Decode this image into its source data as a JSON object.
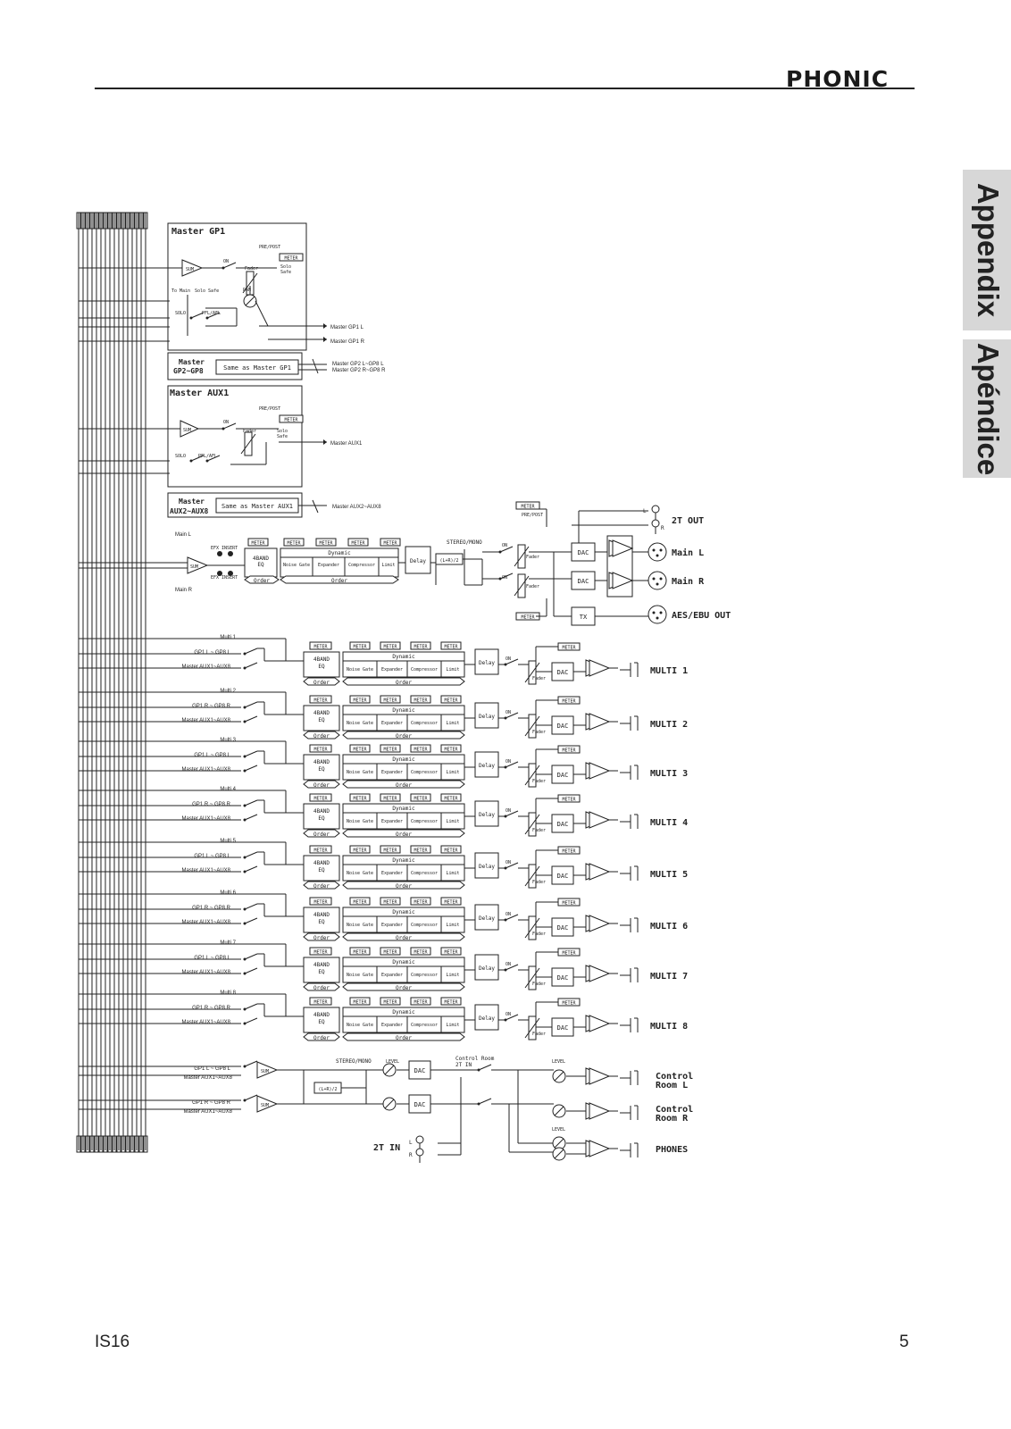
{
  "header": {
    "brand": "PHONIC"
  },
  "tabs": {
    "appendix": "Appendix",
    "apendice": "Apéndice"
  },
  "footer": {
    "model": "IS16",
    "page": "5"
  },
  "diagram": {
    "common": {
      "sum": "SUM",
      "on": "ON",
      "meter": "METER",
      "pre_post": "PRE/POST",
      "fader": "Fader",
      "solo_safe": "Solo Safe",
      "solo": "SOLO",
      "pfl_afl": "PFL/AFL",
      "to_main": "To Main",
      "pan": "PAN",
      "dac": "DAC",
      "tx": "TX",
      "delay": "Delay",
      "eq": "4BAND EQ",
      "dynamic": "Dynamic",
      "noise_gate": "Noise Gate",
      "expander": "Expander",
      "compressor": "Compressor",
      "limit": "Limit",
      "order": "Order",
      "level": "LEVEL",
      "stereo_mono": "STEREO/MONO",
      "lr2": "(L+R)/2",
      "efx_insert": "EFX INSERT"
    },
    "master_gp1": {
      "title": "Master GP1",
      "out_l": "Master GP1 L",
      "out_r": "Master GP1 R"
    },
    "master_gp2": {
      "title1": "Master",
      "title2": "GP2~GP8",
      "box": "Same as Master GP1",
      "out_l": "Master GP2 L~GP8 L",
      "out_r": "Master GP2 R~GP8 R"
    },
    "master_aux1": {
      "title": "Master AUX1",
      "out": "Master AUX1"
    },
    "master_aux2": {
      "title1": "Master",
      "title2": "AUX2~AUX8",
      "box": "Same as Master AUX1",
      "out": "Master AUX2~AUX8"
    },
    "main": {
      "in_l": "Main L",
      "in_r": "Main R",
      "out_2t": "2T OUT",
      "l": "L",
      "r": "R",
      "main_l": "Main L",
      "main_r": "Main R",
      "aes": "AES/EBU OUT"
    },
    "multis": [
      {
        "in": "Multi 1",
        "gp": "GP1 L ~ GP8 L",
        "aux": "Master AUX1~AUX8",
        "out": "MULTI 1"
      },
      {
        "in": "Multi 2",
        "gp": "GP1 R ~ GP8 R",
        "aux": "Master AUX1~AUX8",
        "out": "MULTI 2"
      },
      {
        "in": "Multi 3",
        "gp": "GP1 L ~ GP8 L",
        "aux": "Master AUX1~AUX8",
        "out": "MULTI 3"
      },
      {
        "in": "Multi 4",
        "gp": "GP1 R ~ GP8 R",
        "aux": "Master AUX1~AUX8",
        "out": "MULTI 4"
      },
      {
        "in": "Multi 5",
        "gp": "GP1 L ~ GP8 L",
        "aux": "Master AUX1~AUX8",
        "out": "MULTI 5"
      },
      {
        "in": "Multi 6",
        "gp": "GP1 R ~ GP8 R",
        "aux": "Master AUX1~AUX8",
        "out": "MULTI 6"
      },
      {
        "in": "Multi 7",
        "gp": "GP1 L ~ GP8 L",
        "aux": "Master AUX1~AUX8",
        "out": "MULTI 7"
      },
      {
        "in": "Multi 8",
        "gp": "GP1 R ~ GP8 R",
        "aux": "Master AUX1~AUX8",
        "out": "MULTI 8"
      }
    ],
    "control_room": {
      "gp_l": "GP1 L ~ GP8 L",
      "aux_l": "Master AUX1~AUX8",
      "gp_r": "GP1 R ~ GP8 R",
      "aux_r": "Master AUX1~AUX8",
      "cr2t_1": "Control Room",
      "cr2t_2": "2T IN",
      "in_2t": "2T IN",
      "l": "L",
      "r": "R",
      "cr_l1": "Control",
      "cr_l2": "Room L",
      "cr_r1": "Control",
      "cr_r2": "Room R",
      "phones": "PHONES"
    }
  }
}
